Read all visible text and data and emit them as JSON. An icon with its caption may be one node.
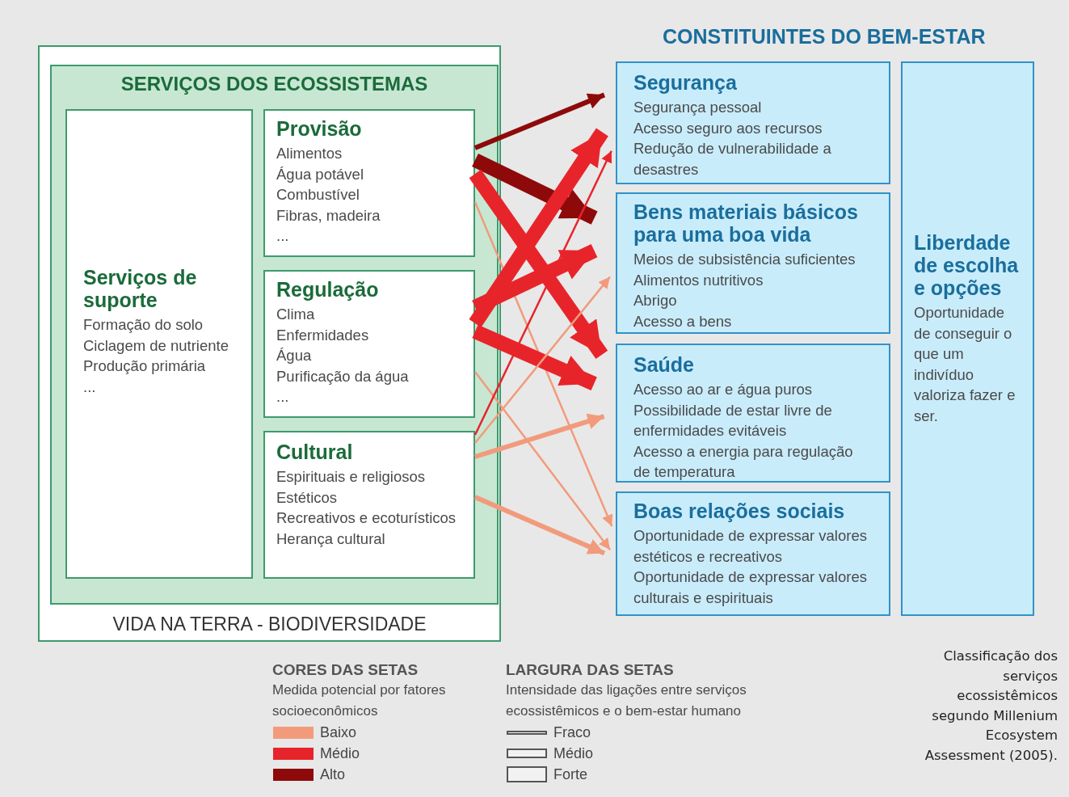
{
  "diagram": {
    "caption": "Classificação dos serviços ecossistêmicos segundo Millenium Ecosystem Assessment (2005).",
    "nodes": [
      {
        "text": [
          "VIDA NA TERRA - BIODIVERSIDADE"
        ]
      },
      {
        "text": [
          "SERVIÇOS DOS ECOSSISTEMAS"
        ],
        "in": 0
      },
      {
        "text": [
          "Serviços de suporte",
          "Formação do solo",
          "Ciclagem de nutriente",
          "Produção primária",
          "..."
        ],
        "in": 1
      },
      {
        "text": [
          "Provisão",
          "Alimentos",
          "Água potável",
          "Combustível",
          "Fibras, madeira",
          "..."
        ],
        "in": 1
      },
      {
        "text": [
          "Regulação",
          "Clima",
          "Enfermidades",
          "Água",
          "Purificação da água",
          "..."
        ],
        "in": 1
      },
      {
        "text": [
          "Cultural",
          "Espirituais e religiosos",
          "Estéticos",
          "Recreativos e ecoturísticos",
          "Herança cultural"
        ],
        "in": 1
      },
      {
        "text": [
          "Segurança",
          "Segurança pessoal",
          "Acesso seguro aos recursos",
          "Redução de vulnerabilidade a desastres"
        ]
      },
      {
        "text": [
          "Bens materiais básicos para uma boa vida",
          "Meios de subsistência suficientes",
          "Alimentos nutritivos",
          "Abrigo",
          "Acesso a bens"
        ]
      },
      {
        "text": [
          "Saúde",
          "Acesso ao ar e água puros",
          "Possibilidade de estar livre de enfermidades evitáveis",
          "Acesso a energia para regulação de temperatura"
        ]
      },
      {
        "text": [
          "Boas relações sociais",
          "Oportunidade de expressar valores estéticos e recreativos",
          "Oportunidade de expressar valores culturais e espirituais"
        ]
      },
      {
        "text": [
          "Liberdade de escolha e opções",
          "Oportunidade de conseguir o que um indivíduo valoriza fazer e ser."
        ]
      }
    ],
    "edges": [
      {
        "from": 3,
        "to": 6,
        "arrow": "to",
        "color": "#8e0a0a"
      },
      {
        "from": 3,
        "to": 7,
        "arrow": "to",
        "style": "thick",
        "color": "#8e0a0a"
      },
      {
        "from": 3,
        "to": 8,
        "arrow": "to",
        "style": "thick",
        "color": "#e8242b"
      },
      {
        "from": 3,
        "to": 9,
        "arrow": "to",
        "color": "#f29b7c"
      },
      {
        "from": 4,
        "to": 6,
        "arrow": "to",
        "style": "thick",
        "color": "#e8242b"
      },
      {
        "from": 4,
        "to": 7,
        "arrow": "to",
        "style": "thick",
        "color": "#e8242b"
      },
      {
        "from": 4,
        "to": 8,
        "arrow": "to",
        "style": "thick",
        "color": "#e8242b"
      },
      {
        "from": 4,
        "to": 9,
        "arrow": "to",
        "color": "#f29b7c"
      },
      {
        "from": 5,
        "to": 6,
        "arrow": "to",
        "color": "#e8242b"
      },
      {
        "from": 5,
        "to": 7,
        "arrow": "to",
        "color": "#f29b7c"
      },
      {
        "from": 5,
        "to": 8,
        "arrow": "to",
        "color": "#f29b7c"
      },
      {
        "from": 5,
        "to": 9,
        "arrow": "to",
        "color": "#f29b7c"
      }
    ],
    "labels": [
      "CONSTITUINTES DO BEM-ESTAR",
      "**CORES** DAS SETAS",
      "Medida potencial por fatores socioeconômicos",
      "**LARGURA** DAS SETAS",
      "Intensidade das ligações entre serviços ecossistêmicos e o bem-estar humano"
    ],
    "legend": [
      {
        "text": "Baixo",
        "color": "#f29b7c"
      },
      {
        "text": "Médio",
        "color": "#e8242b"
      },
      {
        "text": "Alto",
        "color": "#8e0a0a"
      },
      {
        "text": "Fraco"
      },
      {
        "text": "Médio"
      },
      {
        "text": "Forte"
      }
    ]
  }
}
